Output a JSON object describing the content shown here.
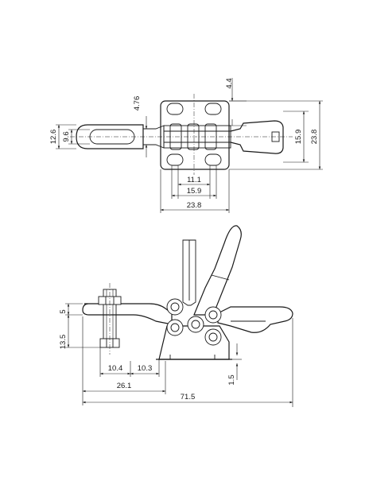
{
  "top_view": {
    "dims": {
      "d_12_6": "12.6",
      "d_9_6": "9.6",
      "d_4_76": "4.76",
      "d_4_4": "4.4",
      "d_15_9_right": "15.9",
      "d_23_8_right": "23.8",
      "d_11_1": "11.1",
      "d_15_9_bottom": "15.9",
      "d_23_8_bottom": "23.8"
    }
  },
  "side_view": {
    "dims": {
      "d_5": "5",
      "d_13_5": "13.5",
      "d_10_4": "10.4",
      "d_10_3": "10.3",
      "d_1_5": "1.5",
      "d_26_1": "26.1",
      "d_71_5": "71.5"
    }
  }
}
